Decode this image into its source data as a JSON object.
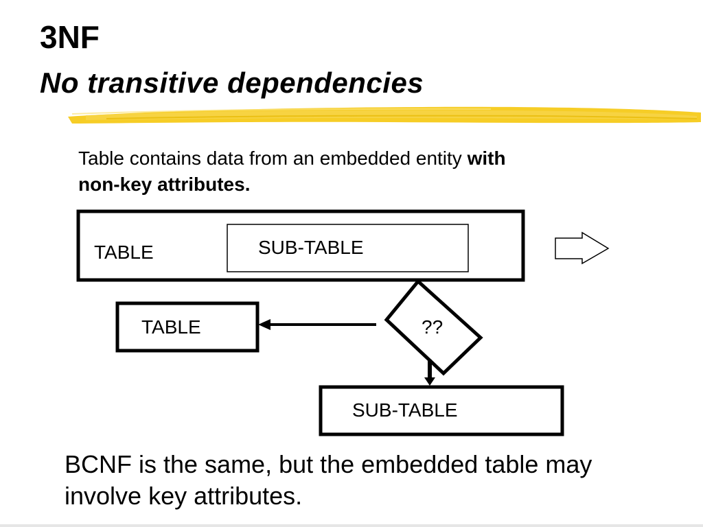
{
  "slide": {
    "title": "3NF",
    "subtitle": "No transitive dependencies",
    "intro_plain": "Table contains data from an embedded entity ",
    "intro_bold_1": "with",
    "intro_bold_2": "non-key attributes.",
    "footer_line_1": "BCNF is the same, but the embedded table may",
    "footer_line_2": "involve key attributes."
  },
  "diagram": {
    "outer_table_label": "TABLE",
    "embedded_subtable_label": "SUB-TABLE",
    "decision_label": "??",
    "result_table_label": "TABLE",
    "result_subtable_label": "SUB-TABLE",
    "brush_color": "#f5c400",
    "line_color": "#000000"
  }
}
